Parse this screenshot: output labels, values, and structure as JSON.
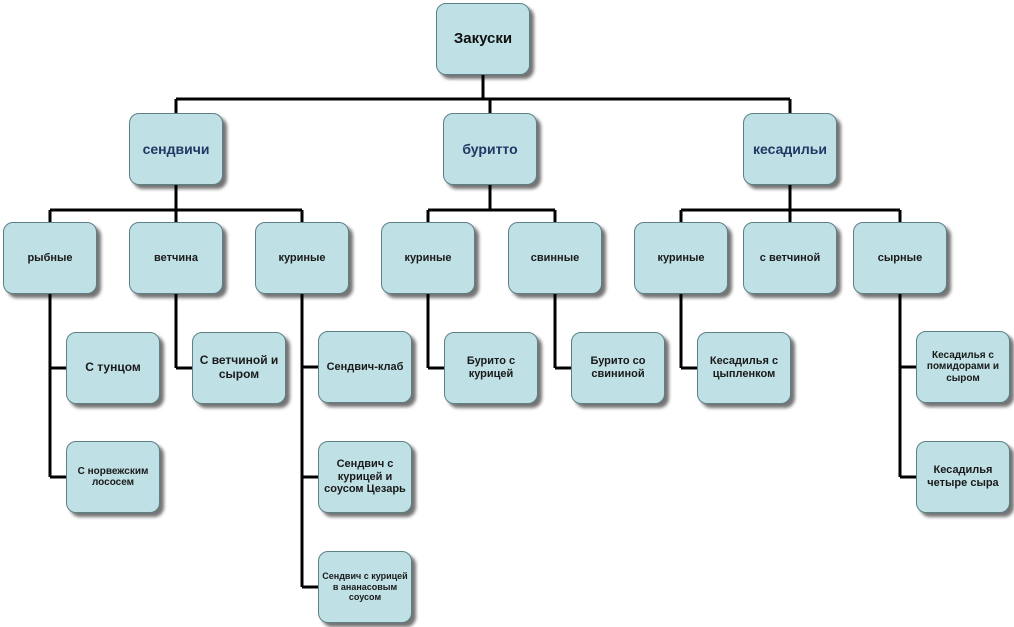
{
  "root": "Закуски",
  "categories": [
    {
      "label": "сендвичи",
      "groups": [
        {
          "label": "рыбные",
          "items": [
            "С тунцом",
            "С норвежским лососем"
          ]
        },
        {
          "label": "ветчина",
          "items": [
            "С ветчиной и сыром"
          ]
        },
        {
          "label": "куриные",
          "items": [
            "Сендвич-клаб",
            "Сендвич с курицей и соусом Цезарь",
            "Сендвич с курицей в ананасовым соусом"
          ]
        }
      ]
    },
    {
      "label": "буритто",
      "groups": [
        {
          "label": "куриные",
          "items": [
            "Бурито с курицей"
          ]
        },
        {
          "label": "свинные",
          "items": [
            "Бурито со свининой"
          ]
        }
      ]
    },
    {
      "label": "кесадильи",
      "groups": [
        {
          "label": "куриные",
          "items": [
            "Кесадилья с цыпленком"
          ]
        },
        {
          "label": "с ветчиной",
          "items": []
        },
        {
          "label": "сырные",
          "items": [
            "Кесадилья с помидорами и сыром",
            "Кесадилья четыре сыра"
          ]
        }
      ]
    }
  ],
  "colors": {
    "box_fill": "#bfe0e4",
    "box_border": "#5d7f86",
    "connector": "#000000",
    "category_text": "#1f3864"
  }
}
